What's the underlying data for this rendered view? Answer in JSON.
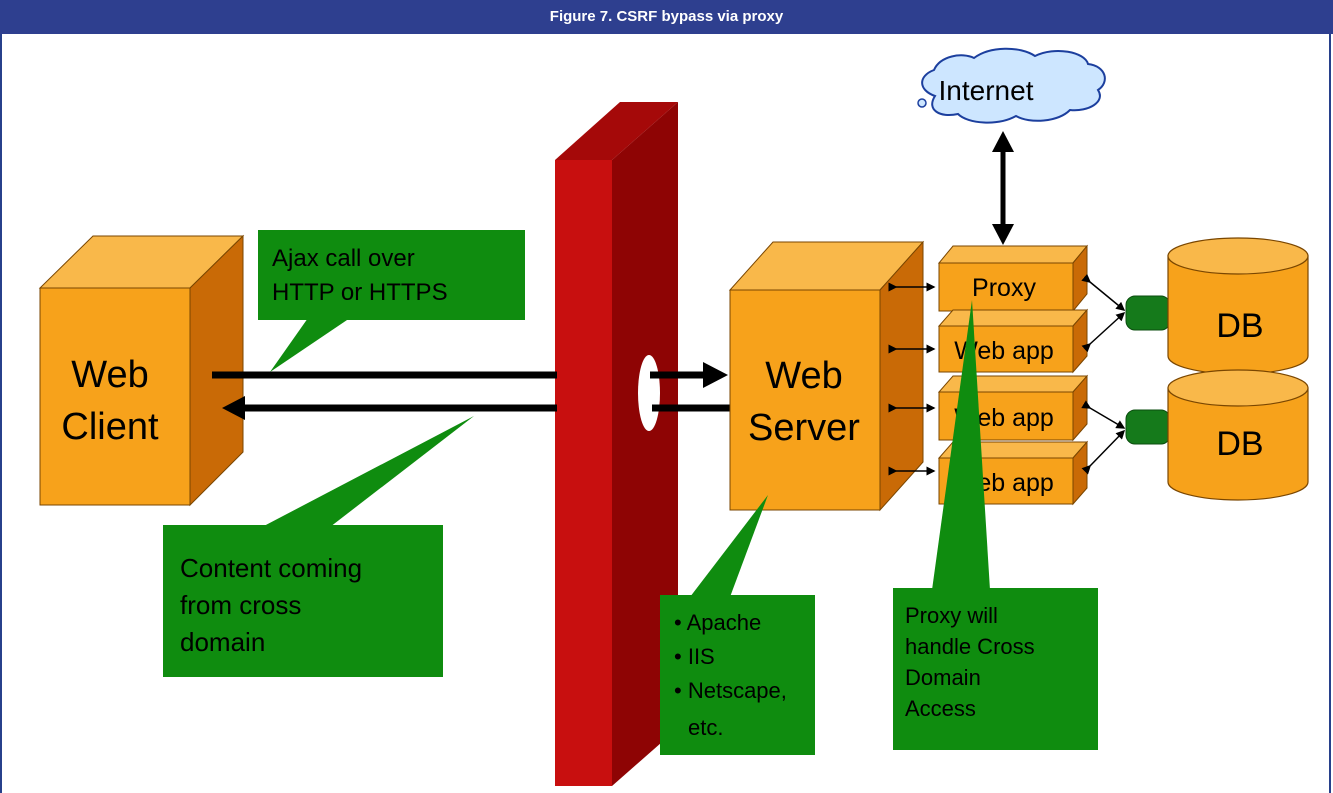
{
  "figure_title": "Figure 7. CSRF bypass via proxy",
  "nodes": {
    "internet": "Internet",
    "web_client": [
      "Web",
      "Client"
    ],
    "web_server": [
      "Web",
      "Server"
    ],
    "proxy": "Proxy",
    "web_app_1": "Web app",
    "web_app_2": "Web app",
    "web_app_3": "Web app",
    "db_1": "DB",
    "db_2": "DB"
  },
  "callouts": {
    "ajax": [
      "Ajax call over",
      "HTTP or HTTPS"
    ],
    "content": [
      "Content coming",
      "from cross",
      "domain"
    ],
    "servers": [
      "Apache",
      "IIS",
      "Netscape,",
      "etc."
    ],
    "proxy_note": [
      "Proxy will",
      "handle Cross",
      "Domain",
      "Access"
    ]
  },
  "colors": {
    "title_bar": "#2e3f8f",
    "box_front": "#f7a21b",
    "box_top": "#f9b84a",
    "box_side": "#c96a06",
    "firewall_front": "#c80f0f",
    "firewall_side": "#8e0404",
    "callout": "#0f8c0f",
    "cloud": "#cde6ff"
  }
}
